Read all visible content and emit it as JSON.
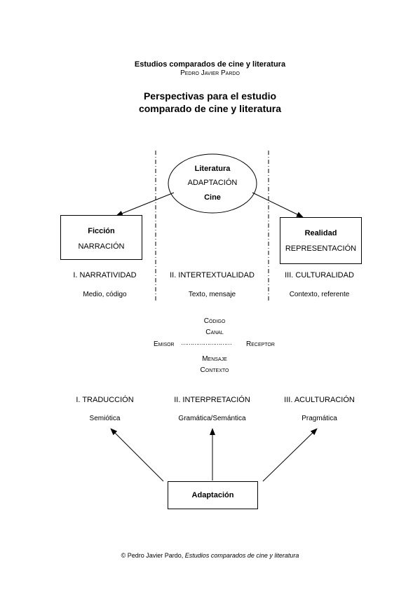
{
  "header": {
    "title": "Estudios comparados de cine y literatura",
    "author": "Pedro Javier Pardo"
  },
  "main_title": {
    "line1": "Perspectivas para el estudio",
    "line2": "comparado de cine y literatura"
  },
  "ellipse": {
    "line1": "Literatura",
    "line2": "ADAPTACIÓN",
    "line3": "Cine"
  },
  "left_box": {
    "title": "Ficción",
    "subtitle": "NARRACIÓN"
  },
  "right_box": {
    "title": "Realidad",
    "subtitle": "REPRESENTACIÓN"
  },
  "axes": [
    {
      "label": "I. NARRATIVIDAD",
      "sub": "Medio, código"
    },
    {
      "label": "II. INTERTEXTUALIDAD",
      "sub": "Texto, mensaje"
    },
    {
      "label": "III. CULTURALIDAD",
      "sub": "Contexto, referente"
    }
  ],
  "communication": {
    "codigo": "Código",
    "canal": "Canal",
    "emisor": "Emisor",
    "dots": "………………………",
    "receptor": "Receptor",
    "mensaje": "Mensaje",
    "contexto": "Contexto"
  },
  "processes": [
    {
      "label": "I. TRADUCCIÓN",
      "sub": "Semiótica"
    },
    {
      "label": "II. INTERPRETACIÓN",
      "sub": "Gramática/Semántica"
    },
    {
      "label": "III. ACULTURACIÓN",
      "sub": "Pragmática"
    }
  ],
  "bottom_box": {
    "label": "Adaptación"
  },
  "footer": {
    "prefix": "© Pedro Javier Pardo,",
    "title": "Estudios comparados de cine y literatura"
  }
}
